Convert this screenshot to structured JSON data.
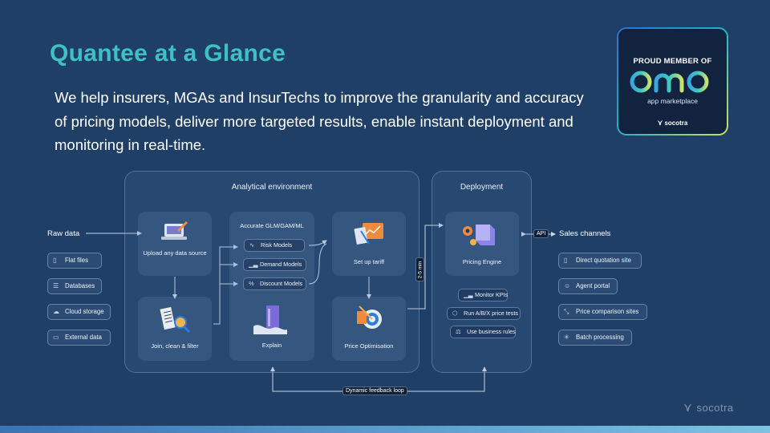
{
  "title": "Quantee at a Glance",
  "intro": "We help insurers, MGAs and InsurTechs to improve the granularity and accuracy of pricing models, deliver more targeted results, enable instant deployment and monitoring in real-time.",
  "badge": {
    "top": "PROUD MEMBER OF",
    "logo_text": "amp",
    "sub": "app marketplace",
    "brand": "socotra"
  },
  "left": {
    "label": "Raw data",
    "items": [
      {
        "label": "Flat files",
        "icon": "file-icon"
      },
      {
        "label": "Databases",
        "icon": "database-icon"
      },
      {
        "label": "Cloud storage",
        "icon": "cloud-icon"
      },
      {
        "label": "External data",
        "icon": "drive-icon"
      }
    ]
  },
  "analytical": {
    "title": "Analytical environment",
    "upload": "Upload any data source",
    "join": "Join, clean & filter",
    "models_title": "Accurate GLM/GAM/ML",
    "models": [
      {
        "label": "Risk Models",
        "icon": "pulse-icon"
      },
      {
        "label": "Demand Models",
        "icon": "bars-icon"
      },
      {
        "label": "Discount Models",
        "icon": "percent-icon"
      }
    ],
    "explain": "Explain",
    "tariff": "Set up tariff",
    "optimisation": "Price Optimisation"
  },
  "deployment": {
    "title": "Deployment",
    "engine": "Pricing Engine",
    "timing": "2-5 min",
    "features": [
      {
        "label": "Monitor KPIs",
        "icon": "bars-icon"
      },
      {
        "label": "Run A/B/X price tests",
        "icon": "cube-icon"
      },
      {
        "label": "Use business rules",
        "icon": "scale-icon"
      }
    ]
  },
  "api_label": "API",
  "sales": {
    "label": "Sales channels",
    "items": [
      {
        "label": "Direct quotation site",
        "icon": "clipboard-icon"
      },
      {
        "label": "Agent portal",
        "icon": "user-icon"
      },
      {
        "label": "Price comparison sites",
        "icon": "compare-icon"
      },
      {
        "label": "Batch processing",
        "icon": "spinner-icon"
      }
    ]
  },
  "feedback_loop": "Dynamic feedback loop",
  "footer_brand": "socotra",
  "colors": {
    "background": "#1f3f66",
    "accent": "#3fc1c4"
  }
}
